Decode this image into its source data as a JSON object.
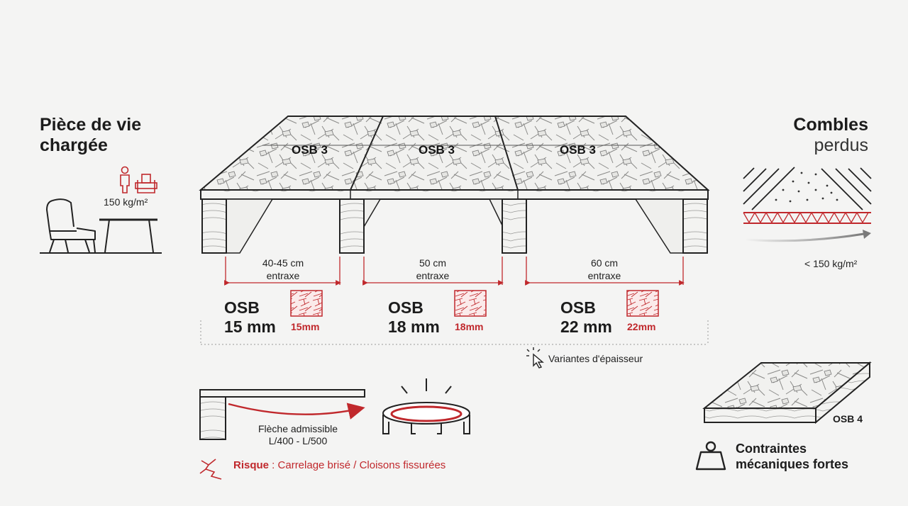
{
  "left": {
    "title_line1": "Pièce de vie",
    "title_line2": "chargée",
    "load": "150 kg/m²"
  },
  "right": {
    "title": "Combles",
    "subtitle": "perdus",
    "load": "< 150 kg/m²"
  },
  "floor": {
    "panels": [
      "OSB 3",
      "OSB 3",
      "OSB 3"
    ]
  },
  "spans": [
    {
      "spacing": "40-45 cm",
      "unit": "entraxe",
      "osb": "OSB",
      "thickness": "15 mm",
      "swatch": "15mm"
    },
    {
      "spacing": "50 cm",
      "unit": "entraxe",
      "osb": "OSB",
      "thickness": "18 mm",
      "swatch": "18mm"
    },
    {
      "spacing": "60 cm",
      "unit": "entraxe",
      "osb": "OSB",
      "thickness": "22 mm",
      "swatch": "22mm"
    }
  ],
  "variants_label": "Variantes d'épaisseur",
  "deflection": {
    "line1": "Flèche admissible",
    "line2": "L/400 - L/500"
  },
  "risk": {
    "label": "Risque",
    "text": " : Carrelage brisé / Cloisons fissurées"
  },
  "osb4": {
    "label": "OSB 4",
    "constraint_line1": "Contraintes",
    "constraint_line2": "mécaniques fortes"
  },
  "colors": {
    "accent_red": "#c0282c",
    "ink": "#1d1d1d",
    "background": "#f4f4f3"
  }
}
